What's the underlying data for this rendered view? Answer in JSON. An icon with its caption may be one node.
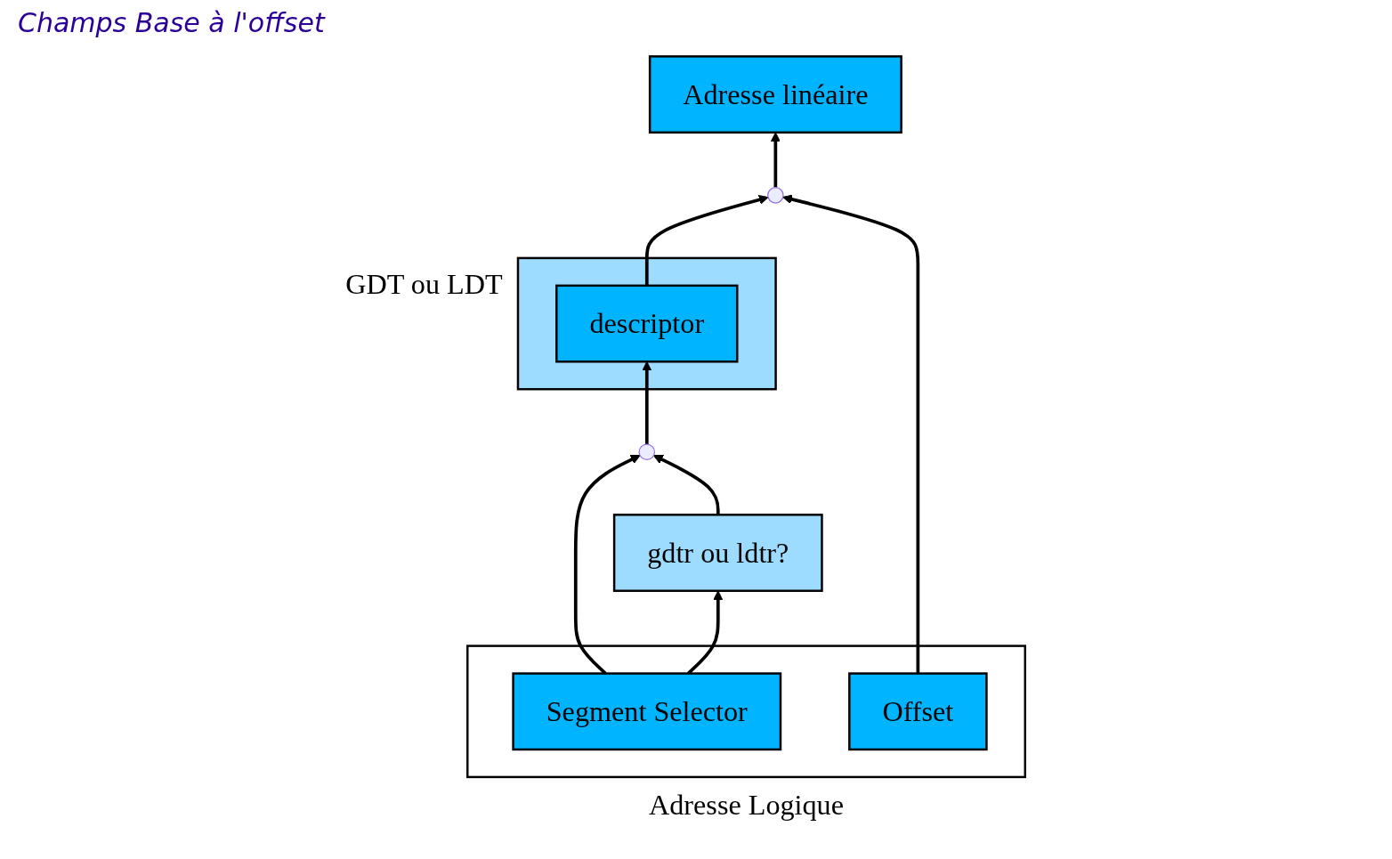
{
  "diagram": {
    "title": "Champs Base à l'offset",
    "nodes": [
      {
        "text": [
          "Adresse linéaire"
        ]
      },
      {
        "text": [
          "GDT ou LDT"
        ]
      },
      {
        "text": [
          "descriptor"
        ],
        "in": 1
      },
      {
        "text": [
          "gdtr ou ldtr?"
        ]
      },
      {
        "text": [],
        "shape": "circle"
      },
      {
        "text": [],
        "shape": "circle"
      },
      {
        "text": [
          "Adresse Logique"
        ]
      },
      {
        "text": [
          "Segment Selector"
        ],
        "in": 6
      },
      {
        "text": [
          "Offset"
        ],
        "in": 6
      }
    ],
    "edges": [
      {
        "from": 7,
        "to": 4,
        "arrow": "to"
      },
      {
        "from": 3,
        "to": 4,
        "arrow": "to"
      },
      {
        "from": 4,
        "to": 2,
        "arrow": "to"
      },
      {
        "from": 7,
        "to": 3,
        "arrow": "to"
      },
      {
        "from": 2,
        "to": 5,
        "arrow": "to"
      },
      {
        "from": 8,
        "to": 5,
        "arrow": "to"
      },
      {
        "from": 5,
        "to": 0,
        "arrow": "to"
      }
    ]
  }
}
